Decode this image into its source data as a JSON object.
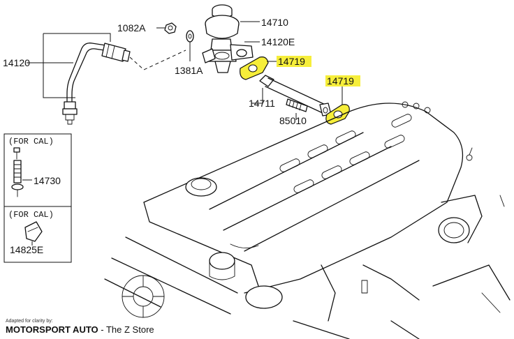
{
  "labels": {
    "p14120": "14120",
    "p1082A": "1082A",
    "p1381A": "1381A",
    "p14710": "14710",
    "p14120E": "14120E",
    "p14719_upper": "14719",
    "p14719_lower": "14719",
    "p14711": "14711",
    "p85010": "85010",
    "p14730": "14730",
    "p14825E": "14825E"
  },
  "notes": {
    "for_cal_1": "(FOR CAL)",
    "for_cal_2": "(FOR CAL)"
  },
  "credits": {
    "adapted": "Adapted for clarity by:",
    "brand": "MOTORSPORT AUTO",
    "separator": " - ",
    "store": "The Z Store"
  },
  "colors": {
    "highlight": "#f6ee3a",
    "line": "#111111",
    "background": "#ffffff"
  }
}
